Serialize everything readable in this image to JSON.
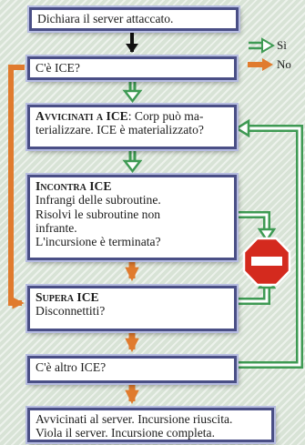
{
  "legend": {
    "yes": {
      "label": "Sì",
      "color": "#3e9a53"
    },
    "no": {
      "label": "No",
      "color": "#e07b2e"
    }
  },
  "steps": {
    "declare": {
      "text": "Dichiara il server attaccato."
    },
    "ice_check": {
      "text": "C'è ICE?"
    },
    "approach": {
      "heading": "Avvicinati a ICE",
      "text": ": Corp può ma-\nterializzare. ICE è materializzato?"
    },
    "encounter": {
      "heading": "Incontra ICE",
      "text": "Infrangi delle subroutine.\nRisolvi le subroutine non\ninfrante.\nL'incursione è terminata?"
    },
    "pass": {
      "heading": "Supera ICE",
      "text": "Disconnettiti?"
    },
    "more_ice": {
      "text": "C'è altro ICE?"
    },
    "final": {
      "text": "Avvicinati al server. Incursione riuscita.\nViola il server. Incursione completa."
    }
  },
  "stop_icon": {
    "color": "#d42a1e"
  }
}
